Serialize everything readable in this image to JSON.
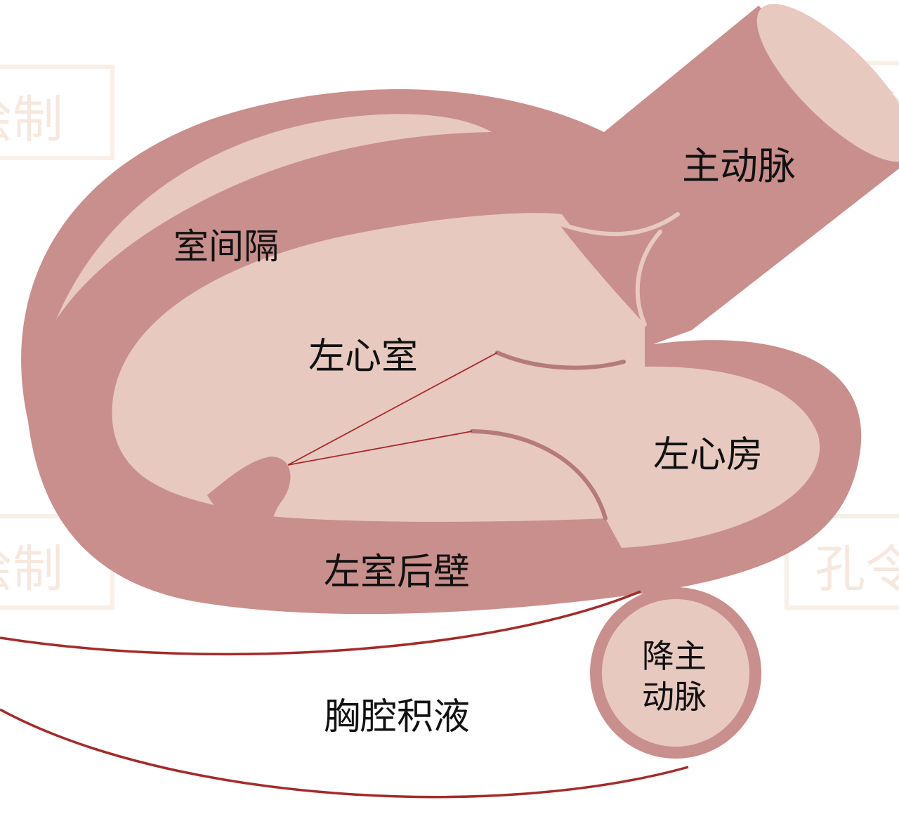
{
  "labels": {
    "aorta": "主动脉",
    "septum": "室间隔",
    "left_ventricle": "左心室",
    "left_atrium": "左心房",
    "posterior_wall": "左室后壁",
    "descending_aorta_line1": "降主",
    "descending_aorta_line2": "动脉",
    "pleural_effusion": "胸腔积液"
  },
  "watermark": "孔令秋绘制",
  "colors": {
    "wall": "#c98f8d",
    "chamber": "#e7c9c0",
    "valve_stroke": "#b57a7a",
    "effusion_line": "#a52a2a",
    "background": "#ffffff",
    "watermark": "#efd7c4"
  }
}
